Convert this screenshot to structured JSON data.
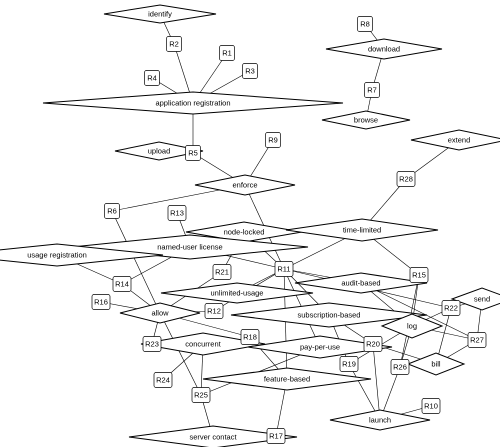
{
  "diagram": {
    "rules": [
      {
        "id": "R1",
        "label": "R1"
      },
      {
        "id": "R2",
        "label": "R2"
      },
      {
        "id": "R3",
        "label": "R3"
      },
      {
        "id": "R4",
        "label": "R4"
      },
      {
        "id": "R5",
        "label": "R5"
      },
      {
        "id": "R6",
        "label": "R6"
      },
      {
        "id": "R7",
        "label": "R7"
      },
      {
        "id": "R8",
        "label": "R8"
      },
      {
        "id": "R9",
        "label": "R9"
      },
      {
        "id": "R10",
        "label": "R10"
      },
      {
        "id": "R11",
        "label": "R11"
      },
      {
        "id": "R12",
        "label": "R12"
      },
      {
        "id": "R13",
        "label": "R13"
      },
      {
        "id": "R14",
        "label": "R14"
      },
      {
        "id": "R15",
        "label": "R15"
      },
      {
        "id": "R16",
        "label": "R16"
      },
      {
        "id": "R17",
        "label": "R17"
      },
      {
        "id": "R18",
        "label": "R18"
      },
      {
        "id": "R19",
        "label": "R19"
      },
      {
        "id": "R20",
        "label": "R20"
      },
      {
        "id": "R21",
        "label": "R21"
      },
      {
        "id": "R22",
        "label": "R22"
      },
      {
        "id": "R23",
        "label": "R23"
      },
      {
        "id": "R24",
        "label": "R24"
      },
      {
        "id": "R25",
        "label": "R25"
      },
      {
        "id": "R26",
        "label": "R26"
      },
      {
        "id": "R27",
        "label": "R27"
      },
      {
        "id": "R28",
        "label": "R28"
      }
    ],
    "concepts": [
      {
        "id": "identify",
        "label": "identify"
      },
      {
        "id": "download",
        "label": "download"
      },
      {
        "id": "browse",
        "label": "browse"
      },
      {
        "id": "application-registration",
        "label": "application registration"
      },
      {
        "id": "upload",
        "label": "upload"
      },
      {
        "id": "enforce",
        "label": "enforce"
      },
      {
        "id": "extend",
        "label": "extend"
      },
      {
        "id": "node-locked",
        "label": "node-locked"
      },
      {
        "id": "time-limited",
        "label": "time-limited"
      },
      {
        "id": "named-user-license",
        "label": "named-user license"
      },
      {
        "id": "usage-registration",
        "label": "usage registration"
      },
      {
        "id": "unlimited-usage",
        "label": "unlimited-usage"
      },
      {
        "id": "audit-based",
        "label": "audit-based"
      },
      {
        "id": "send",
        "label": "send"
      },
      {
        "id": "allow",
        "label": "allow"
      },
      {
        "id": "subscription-based",
        "label": "subscription-based"
      },
      {
        "id": "log",
        "label": "log"
      },
      {
        "id": "concurrent",
        "label": "concurrent"
      },
      {
        "id": "pay-per-use",
        "label": "pay-per-use"
      },
      {
        "id": "bill",
        "label": "bill"
      },
      {
        "id": "feature-based",
        "label": "feature-based"
      },
      {
        "id": "launch",
        "label": "launch"
      },
      {
        "id": "server-contact",
        "label": "server contact"
      }
    ],
    "edges": [
      [
        "identify",
        "R2"
      ],
      [
        "R2",
        "application-registration"
      ],
      [
        "R1",
        "application-registration"
      ],
      [
        "R3",
        "application-registration"
      ],
      [
        "R4",
        "application-registration"
      ],
      [
        "application-registration",
        "R5"
      ],
      [
        "upload",
        "R5"
      ],
      [
        "R5",
        "enforce"
      ],
      [
        "R9",
        "enforce"
      ],
      [
        "enforce",
        "R6"
      ],
      [
        "enforce",
        "R11"
      ],
      [
        "R6",
        "allow"
      ],
      [
        "R13",
        "named-user-license"
      ],
      [
        "R8",
        "download"
      ],
      [
        "download",
        "R7"
      ],
      [
        "R7",
        "browse"
      ],
      [
        "extend",
        "R28"
      ],
      [
        "R28",
        "time-limited"
      ],
      [
        "time-limited",
        "R11"
      ],
      [
        "time-limited",
        "R15"
      ],
      [
        "node-locked",
        "R11"
      ],
      [
        "node-locked",
        "R21"
      ],
      [
        "R21",
        "allow"
      ],
      [
        "named-user-license",
        "R11"
      ],
      [
        "named-user-license",
        "R14"
      ],
      [
        "usage-registration",
        "R14"
      ],
      [
        "R14",
        "allow"
      ],
      [
        "R16",
        "allow"
      ],
      [
        "allow",
        "R12"
      ],
      [
        "R12",
        "R11"
      ],
      [
        "unlimited-usage",
        "R11"
      ],
      [
        "allow",
        "R23"
      ],
      [
        "allow",
        "R18"
      ],
      [
        "allow",
        "R25"
      ],
      [
        "R11",
        "audit-based"
      ],
      [
        "R11",
        "subscription-based"
      ],
      [
        "R11",
        "pay-per-use"
      ],
      [
        "R11",
        "feature-based"
      ],
      [
        "R11",
        "R22"
      ],
      [
        "audit-based",
        "log"
      ],
      [
        "audit-based",
        "R27"
      ],
      [
        "R15",
        "log"
      ],
      [
        "R15",
        "R26"
      ],
      [
        "send",
        "R22"
      ],
      [
        "send",
        "R27"
      ],
      [
        "R22",
        "log"
      ],
      [
        "R22",
        "bill"
      ],
      [
        "R27",
        "log"
      ],
      [
        "R27",
        "bill"
      ],
      [
        "log",
        "R26"
      ],
      [
        "log",
        "R19"
      ],
      [
        "subscription-based",
        "R19"
      ],
      [
        "subscription-based",
        "R20"
      ],
      [
        "pay-per-use",
        "R20"
      ],
      [
        "R20",
        "bill"
      ],
      [
        "R20",
        "launch"
      ],
      [
        "R19",
        "launch"
      ],
      [
        "R26",
        "launch"
      ],
      [
        "launch",
        "R10"
      ],
      [
        "concurrent",
        "R24"
      ],
      [
        "concurrent",
        "R25"
      ],
      [
        "R18",
        "feature-based"
      ],
      [
        "feature-based",
        "R17"
      ],
      [
        "R25",
        "pay-per-use"
      ],
      [
        "R25",
        "server-contact"
      ]
    ]
  }
}
